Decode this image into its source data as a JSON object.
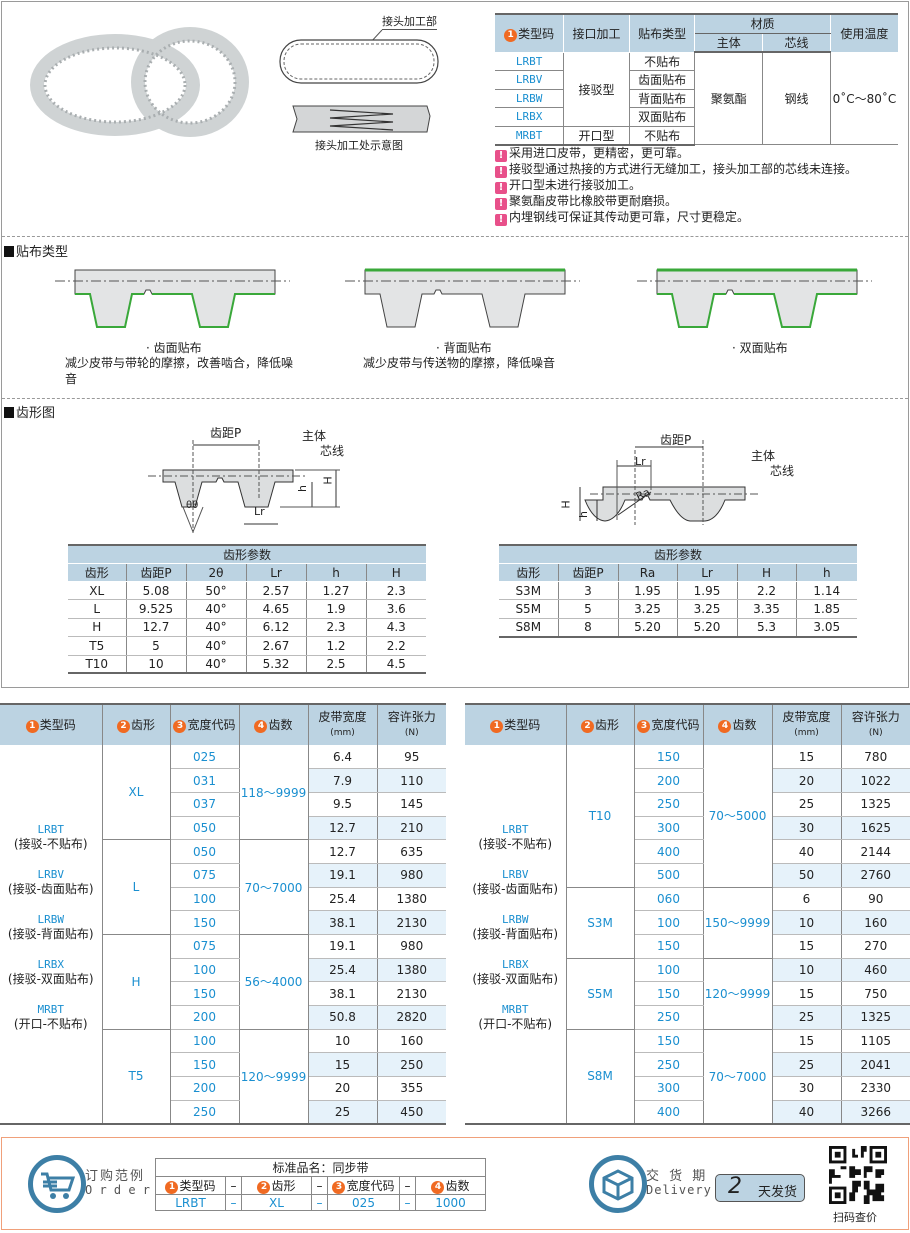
{
  "top": {
    "joint_label": "接头加工部",
    "joint_caption": "接头加工处示意图"
  },
  "spec_table": {
    "headers": {
      "type_code_num": "1",
      "type_code": "类型码",
      "joint": "接口加工",
      "cloth": "贴布类型",
      "material": "材质",
      "body": "主体",
      "core": "芯线",
      "temp": "使用温度"
    },
    "rows": [
      {
        "code": "LRBT",
        "cloth": "不贴布"
      },
      {
        "code": "LRBV",
        "cloth": "齿面贴布"
      },
      {
        "code": "LRBW",
        "cloth": "背面贴布"
      },
      {
        "code": "LRBX",
        "cloth": "双面贴布"
      },
      {
        "code": "MRBT",
        "cloth": "不贴布"
      }
    ],
    "joint_spliced": "接驳型",
    "joint_open": "开口型",
    "body_material": "聚氨酯",
    "core_material": "钢线",
    "temperature": "0˚C～80˚C"
  },
  "notes": [
    "采用进口皮带，更精密，更可靠。",
    "接驳型通过热接的方式进行无缝加工，接头加工部的芯线未连接。",
    "开口型未进行接驳加工。",
    "聚氨酯皮带比橡胶带更耐磨损。",
    "内埋钢线可保证其传动更可靠，尺寸更稳定。"
  ],
  "cloth_section": {
    "title": "贴布类型",
    "items": [
      {
        "name": "· 齿面贴布",
        "desc": "减少皮带与带轮的摩擦，改善啮合，降低噪音"
      },
      {
        "name": "· 背面贴布",
        "desc": "减少皮带与传送物的摩擦，降低噪音"
      },
      {
        "name": "· 双面贴布",
        "desc": ""
      }
    ]
  },
  "tooth_section": {
    "title": "齿形图",
    "diagram_left": {
      "pitch": "齿距P",
      "body": "主体",
      "core": "芯线",
      "H": "H",
      "h": "h",
      "Lr": "Lr",
      "theta": "θθ"
    },
    "diagram_right": {
      "pitch": "齿距P",
      "body": "主体",
      "core": "芯线",
      "H": "H",
      "h": "h",
      "Lr": "Lr",
      "Ra": "Ra"
    }
  },
  "tooth_params_left": {
    "title": "齿形参数",
    "headers": [
      "齿形",
      "齿距P",
      "2θ",
      "Lr",
      "h",
      "H"
    ],
    "rows": [
      [
        "XL",
        "5.08",
        "50°",
        "2.57",
        "1.27",
        "2.3"
      ],
      [
        "L",
        "9.525",
        "40°",
        "4.65",
        "1.9",
        "3.6"
      ],
      [
        "H",
        "12.7",
        "40°",
        "6.12",
        "2.3",
        "4.3"
      ],
      [
        "T5",
        "5",
        "40°",
        "2.67",
        "1.2",
        "2.2"
      ],
      [
        "T10",
        "10",
        "40°",
        "5.32",
        "2.5",
        "4.5"
      ]
    ]
  },
  "tooth_params_right": {
    "title": "齿形参数",
    "headers": [
      "齿形",
      "齿距P",
      "Ra",
      "Lr",
      "H",
      "h"
    ],
    "rows": [
      [
        "S3M",
        "3",
        "1.95",
        "1.95",
        "2.2",
        "1.14"
      ],
      [
        "S5M",
        "5",
        "3.25",
        "3.25",
        "3.35",
        "1.85"
      ],
      [
        "S8M",
        "8",
        "5.20",
        "5.20",
        "5.3",
        "3.05"
      ]
    ]
  },
  "big_headers": {
    "type_code": "类型码",
    "tooth": "齿形",
    "width_code": "宽度代码",
    "teeth": "齿数",
    "belt_width": "皮带宽度",
    "belt_width_unit": "(mm)",
    "tension": "容许张力",
    "tension_unit": "(N)",
    "n1": "1",
    "n2": "2",
    "n3": "3",
    "n4": "4"
  },
  "type_list": [
    {
      "code": "LRBT",
      "desc": "(接驳-不贴布)"
    },
    {
      "code": "LRBV",
      "desc": "(接驳-齿面贴布)"
    },
    {
      "code": "LRBW",
      "desc": "(接驳-背面贴布)"
    },
    {
      "code": "LRBX",
      "desc": "(接驳-双面贴布)"
    },
    {
      "code": "MRBT",
      "desc": "(开口-不贴布)"
    }
  ],
  "left_table": {
    "groups": [
      {
        "tooth": "XL",
        "teeth": "118～9999",
        "rows": [
          [
            "025",
            "6.4",
            "95"
          ],
          [
            "031",
            "7.9",
            "110"
          ],
          [
            "037",
            "9.5",
            "145"
          ],
          [
            "050",
            "12.7",
            "210"
          ]
        ]
      },
      {
        "tooth": "L",
        "teeth": "70～7000",
        "rows": [
          [
            "050",
            "12.7",
            "635"
          ],
          [
            "075",
            "19.1",
            "980"
          ],
          [
            "100",
            "25.4",
            "1380"
          ],
          [
            "150",
            "38.1",
            "2130"
          ]
        ]
      },
      {
        "tooth": "H",
        "teeth": "56～4000",
        "rows": [
          [
            "075",
            "19.1",
            "980"
          ],
          [
            "100",
            "25.4",
            "1380"
          ],
          [
            "150",
            "38.1",
            "2130"
          ],
          [
            "200",
            "50.8",
            "2820"
          ]
        ]
      },
      {
        "tooth": "T5",
        "teeth": "120～9999",
        "rows": [
          [
            "100",
            "10",
            "160"
          ],
          [
            "150",
            "15",
            "250"
          ],
          [
            "200",
            "20",
            "355"
          ],
          [
            "250",
            "25",
            "450"
          ]
        ]
      }
    ]
  },
  "right_table": {
    "groups": [
      {
        "tooth": "T10",
        "teeth": "70～5000",
        "rows": [
          [
            "150",
            "15",
            "780"
          ],
          [
            "200",
            "20",
            "1022"
          ],
          [
            "250",
            "25",
            "1325"
          ],
          [
            "300",
            "30",
            "1625"
          ],
          [
            "400",
            "40",
            "2144"
          ],
          [
            "500",
            "50",
            "2760"
          ]
        ]
      },
      {
        "tooth": "S3M",
        "teeth": "150～9999",
        "rows": [
          [
            "060",
            "6",
            "90"
          ],
          [
            "100",
            "10",
            "160"
          ],
          [
            "150",
            "15",
            "270"
          ]
        ]
      },
      {
        "tooth": "S5M",
        "teeth": "120～9999",
        "rows": [
          [
            "100",
            "10",
            "460"
          ],
          [
            "150",
            "15",
            "750"
          ],
          [
            "250",
            "25",
            "1325"
          ]
        ]
      },
      {
        "tooth": "S8M",
        "teeth": "70～7000",
        "rows": [
          [
            "150",
            "15",
            "1105"
          ],
          [
            "250",
            "25",
            "2041"
          ],
          [
            "300",
            "30",
            "2330"
          ],
          [
            "400",
            "40",
            "3266"
          ]
        ]
      }
    ]
  },
  "footer": {
    "order_cn": "订购范例",
    "order_en": "O r d e r",
    "standard_name": "标准品名：同步带",
    "headers": [
      "类型码",
      "齿形",
      "宽度代码",
      "齿数"
    ],
    "values": [
      "LRBT",
      "XL",
      "025",
      "1000"
    ],
    "dash": "–",
    "delivery_cn": "交 货 期",
    "delivery_en": "Delivery",
    "delivery_days": "2",
    "delivery_unit": "天发货",
    "qr_caption": "扫码查价"
  }
}
